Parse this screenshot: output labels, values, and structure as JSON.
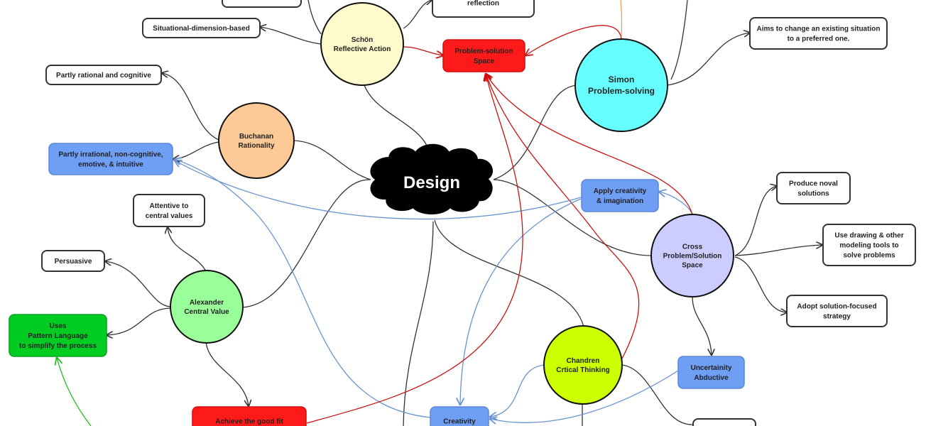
{
  "center": {
    "label": "Design"
  },
  "circles": [
    {
      "id": "schon",
      "lines": [
        "Schön",
        "Reflective Action"
      ],
      "fill": "#fffacc"
    },
    {
      "id": "simon",
      "lines": [
        "Simon",
        "Problem-solving"
      ],
      "fill": "#66ffff"
    },
    {
      "id": "buchanan",
      "lines": [
        "Buchanan",
        "Rationality"
      ],
      "fill": "#fdc996"
    },
    {
      "id": "alexander",
      "lines": [
        "Alexander",
        "Central Value"
      ],
      "fill": "#99ff99"
    },
    {
      "id": "cross",
      "lines": [
        "Cross",
        "Problem/Solution",
        "Space"
      ],
      "fill": "#ccccff"
    },
    {
      "id": "chandren",
      "lines": [
        "Chandren",
        "Crtical Thinking"
      ],
      "fill": "#ccff00"
    }
  ],
  "boxes": [
    {
      "id": "top-left-clipped",
      "lines": [
        ""
      ],
      "style": "outline"
    },
    {
      "id": "reflection",
      "lines": [
        "reflection"
      ],
      "style": "outline"
    },
    {
      "id": "situational",
      "lines": [
        "Situational-dimension-based"
      ],
      "style": "outline"
    },
    {
      "id": "problem-solution",
      "lines": [
        "Problem-solution",
        "Space"
      ],
      "style": "red"
    },
    {
      "id": "aims",
      "lines": [
        "Aims to change an existing situation",
        "to a preferred one."
      ],
      "style": "outline"
    },
    {
      "id": "partly-rational",
      "lines": [
        "Partly rational and cognitive"
      ],
      "style": "outline"
    },
    {
      "id": "partly-irrational",
      "lines": [
        "Partly irrational, non-cognitive,",
        "emotive, & intuitive"
      ],
      "style": "blue"
    },
    {
      "id": "attentive",
      "lines": [
        "Attentive to",
        "central values"
      ],
      "style": "outline"
    },
    {
      "id": "persuasive",
      "lines": [
        "Persuasive"
      ],
      "style": "outline"
    },
    {
      "id": "pattern",
      "lines": [
        "Uses",
        "Pattern Language",
        "to simplify the process"
      ],
      "style": "green"
    },
    {
      "id": "good-fit",
      "lines": [
        "Achieve the good fit"
      ],
      "style": "red"
    },
    {
      "id": "apply-creativity",
      "lines": [
        "Apply creativity",
        "& imagination"
      ],
      "style": "blue"
    },
    {
      "id": "produce",
      "lines": [
        "Produce noval",
        "solutions"
      ],
      "style": "outline"
    },
    {
      "id": "drawing",
      "lines": [
        "Use drawing & other",
        "modeling tools to",
        "solve problems"
      ],
      "style": "outline"
    },
    {
      "id": "adopt",
      "lines": [
        "Adopt solution-focused",
        "strategy"
      ],
      "style": "outline"
    },
    {
      "id": "uncertainty",
      "lines": [
        "Uncertainity",
        "Abductive"
      ],
      "style": "blue"
    },
    {
      "id": "creativity",
      "lines": [
        "Creativity"
      ],
      "style": "blue"
    },
    {
      "id": "bottom-right-clipped",
      "lines": [
        ""
      ],
      "style": "outline"
    }
  ],
  "colors": {
    "edge": "#333333",
    "red_edge": "#cc1111",
    "blue_edge": "#6a93cf",
    "green_edge": "#22bb22",
    "orange_edge": "#e8a060",
    "red_box": "#ff1a1a",
    "blue_box": "#6f9ef5",
    "green_box": "#00cc22"
  }
}
